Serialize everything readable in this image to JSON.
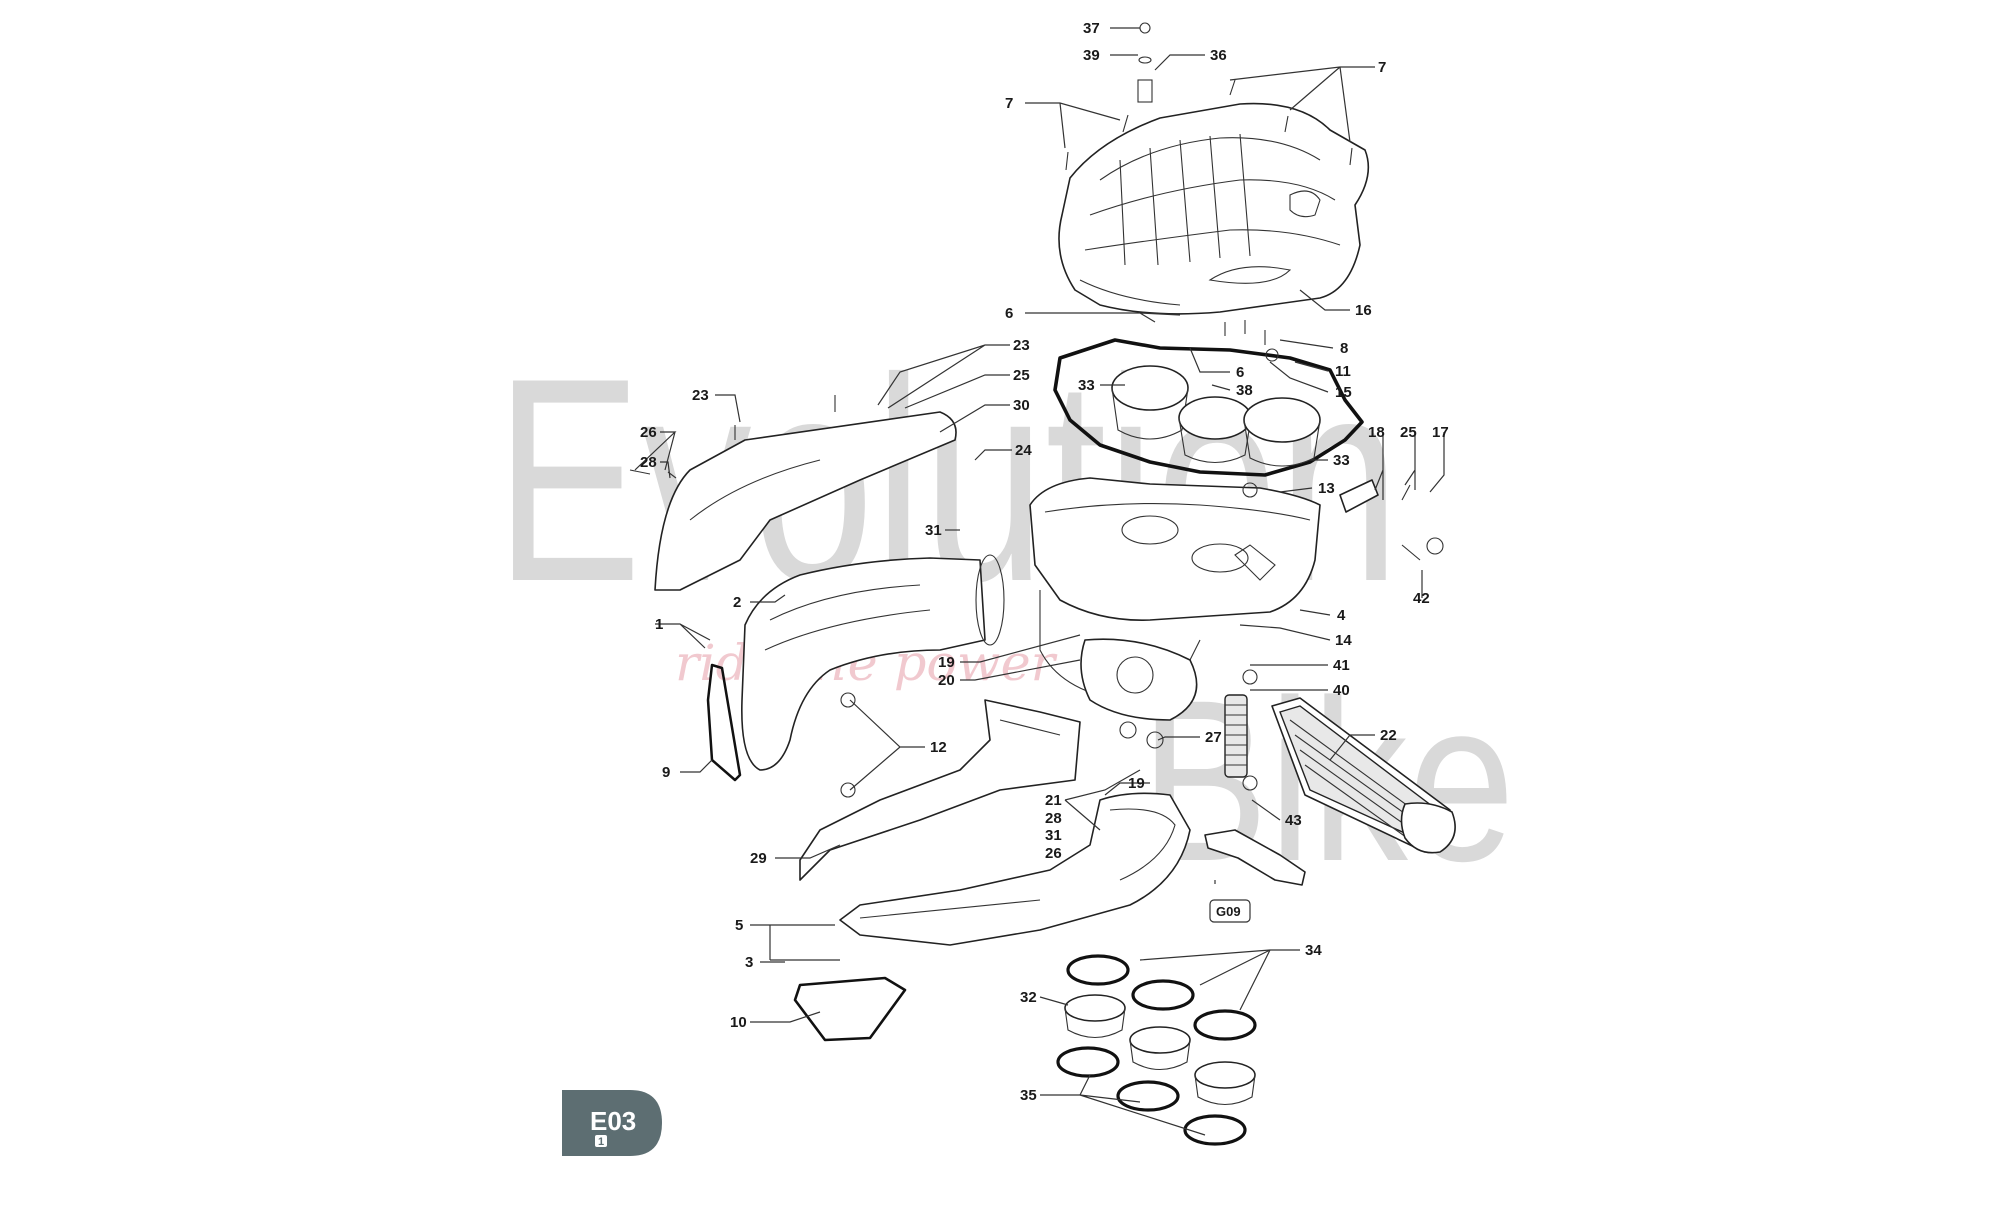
{
  "watermark": {
    "word_left": "Evolution",
    "word_right": "Bike",
    "tagline": "ride the power"
  },
  "badge": {
    "code": "E03",
    "sub": "1"
  },
  "reference": {
    "code": "G09"
  },
  "callouts": {
    "n37": "37",
    "n39": "39",
    "n36": "36",
    "n7a": "7",
    "n7b": "7",
    "n16": "16",
    "n6a": "6",
    "n6b": "6",
    "n8": "8",
    "n11": "11",
    "n15": "15",
    "n38": "38",
    "n33a": "33",
    "n33b": "33",
    "n13": "13",
    "n23a": "23",
    "n23b": "23",
    "n25a": "25",
    "n25b": "25",
    "n26a": "26",
    "n26b": "26",
    "n28a": "28",
    "n28b": "28",
    "n30": "30",
    "n24": "24",
    "n31a": "31",
    "n31b": "31",
    "n18": "18",
    "n17": "17",
    "n42": "42",
    "n4": "4",
    "n14": "14",
    "n2": "2",
    "n1": "1",
    "n19a": "19",
    "n19b": "19",
    "n20": "20",
    "n41": "41",
    "n40": "40",
    "n12": "12",
    "n27": "27",
    "n22": "22",
    "n9": "9",
    "n21": "21",
    "n43": "43",
    "n29": "29",
    "n5": "5",
    "n3": "3",
    "n34": "34",
    "n32": "32",
    "n10": "10",
    "n35": "35"
  }
}
